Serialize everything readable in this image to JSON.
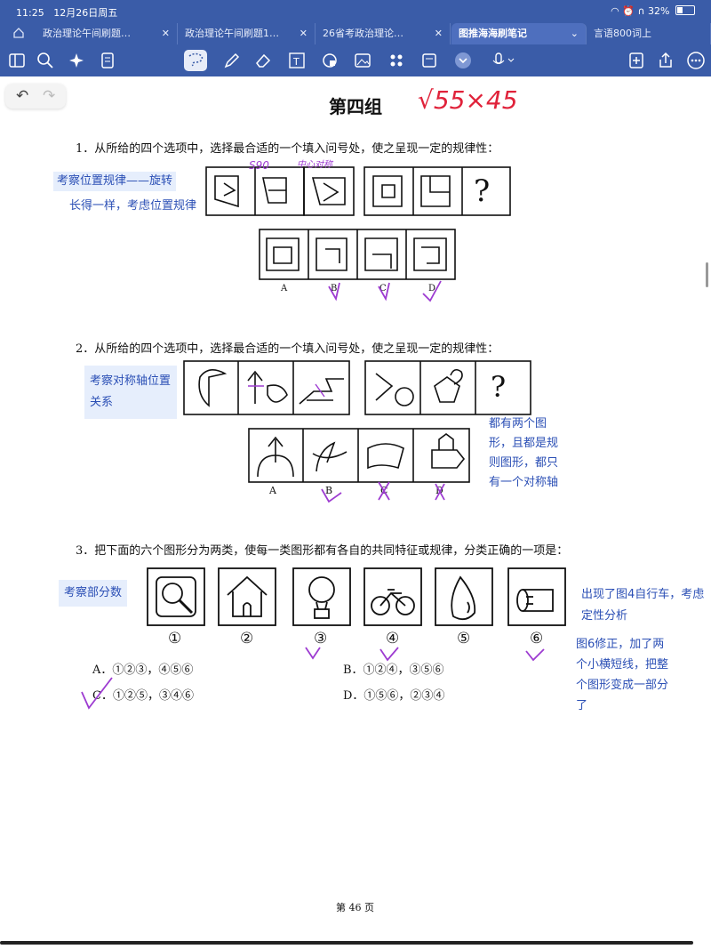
{
  "status": {
    "time": "11:25",
    "date": "12月26日周五",
    "battery": "32%",
    "battery_level": 0.32
  },
  "tabs": [
    {
      "label": "政治理论午间刷题…"
    },
    {
      "label": "政治理论午间刷题1…"
    },
    {
      "label": "26省考政治理论…"
    },
    {
      "label": "图推海海刷笔记"
    },
    {
      "label": "言语800词上"
    }
  ],
  "toolbar_icons": [
    "sidebar-icon",
    "search-icon",
    "ai-sparkle-icon",
    "document-icon",
    "lasso-icon",
    "pen-icon",
    "eraser-icon",
    "textbox-icon",
    "shape-icon",
    "image-icon",
    "grid-icon",
    "note-icon",
    "more-chevron-icon",
    "mic-icon",
    "add-page-icon",
    "share-icon",
    "more-icon"
  ],
  "page": {
    "title": "第四组",
    "score_note": "√55×45",
    "q1": {
      "text": "1．从所给的四个选项中，选择最合适的一个填入问号处，使之呈现一定的规律性：",
      "note_title": "考察位置规律——旋转",
      "note_sub": "长得一样，考虑位置规律",
      "question_mark": "?",
      "options": [
        "A",
        "B",
        "C",
        "D"
      ],
      "hand_marks": [
        "S90",
        "中心对称"
      ]
    },
    "q2": {
      "text": "2．从所给的四个选项中，选择最合适的一个填入问号处，使之呈现一定的规律性：",
      "note": "考察对称轴位置关系",
      "question_mark": "?",
      "options": [
        "A",
        "B",
        "C",
        "D"
      ],
      "side_note": "都有两个图形，且都是规则图形，都只有一个对称轴"
    },
    "q3": {
      "text": "3．把下面的六个图形分为两类，使每一类图形都有各自的共同特征或规律，分类正确的一项是：",
      "note": "考察部分数",
      "figure_labels": [
        "①",
        "②",
        "③",
        "④",
        "⑤",
        "⑥"
      ],
      "choices": [
        {
          "label": "A．①②③，④⑤⑥"
        },
        {
          "label": "B．①②④，③⑤⑥"
        },
        {
          "label": "C．①②⑤，③④⑥"
        },
        {
          "label": "D．①⑤⑥，②③④"
        }
      ],
      "side_note1": "出现了图4自行车，考虑定性分析",
      "side_note2": "图6修正，加了两个小横短线，把整个图形变成一部分了"
    },
    "footer": "第 46 页"
  }
}
